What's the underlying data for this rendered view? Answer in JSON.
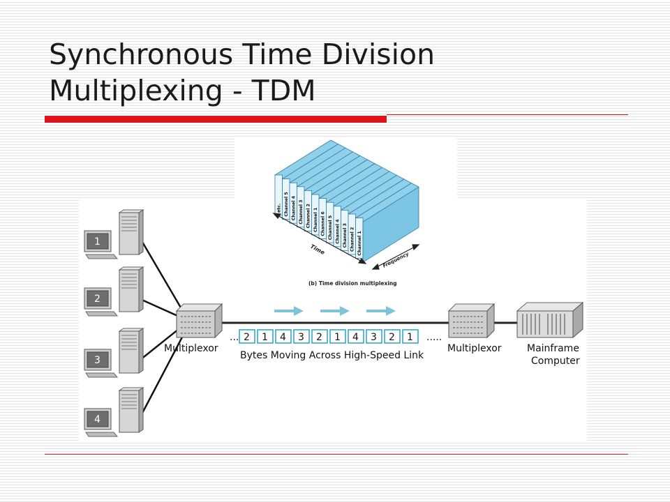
{
  "slide": {
    "title_line1": "Synchronous Time Division",
    "title_line2": "Multiplexing - TDM"
  },
  "tdm_inset": {
    "caption": "(b) Time division multiplexing",
    "axis_time": "Time",
    "axis_frequency": "Frequency",
    "slot_labels": [
      "etc.",
      "Channel 5",
      "Channel 4",
      "Channel 3",
      "Channel 2",
      "Channel 1",
      "Channel 6",
      "Channel 5",
      "Channel 4",
      "Channel 3",
      "Channel 2",
      "Channel 1"
    ]
  },
  "network": {
    "terminals": [
      "1",
      "2",
      "3",
      "4"
    ],
    "mux_left_label": "Multiplexor",
    "mux_right_label": "Multiplexor",
    "mainframe_label_line1": "Mainframe",
    "mainframe_label_line2": "Computer",
    "link_label": "Bytes Moving Across High-Speed Link",
    "ellipsis_left": "...",
    "ellipsis_right": ".....",
    "bytes": [
      "2",
      "1",
      "4",
      "3",
      "2",
      "1",
      "4",
      "3",
      "2",
      "1"
    ]
  },
  "colors": {
    "title_underline": "#e0141f",
    "arrow": "#7fc3d8",
    "block": "#8fd0ea",
    "block_dark": "#2f7fa3"
  }
}
